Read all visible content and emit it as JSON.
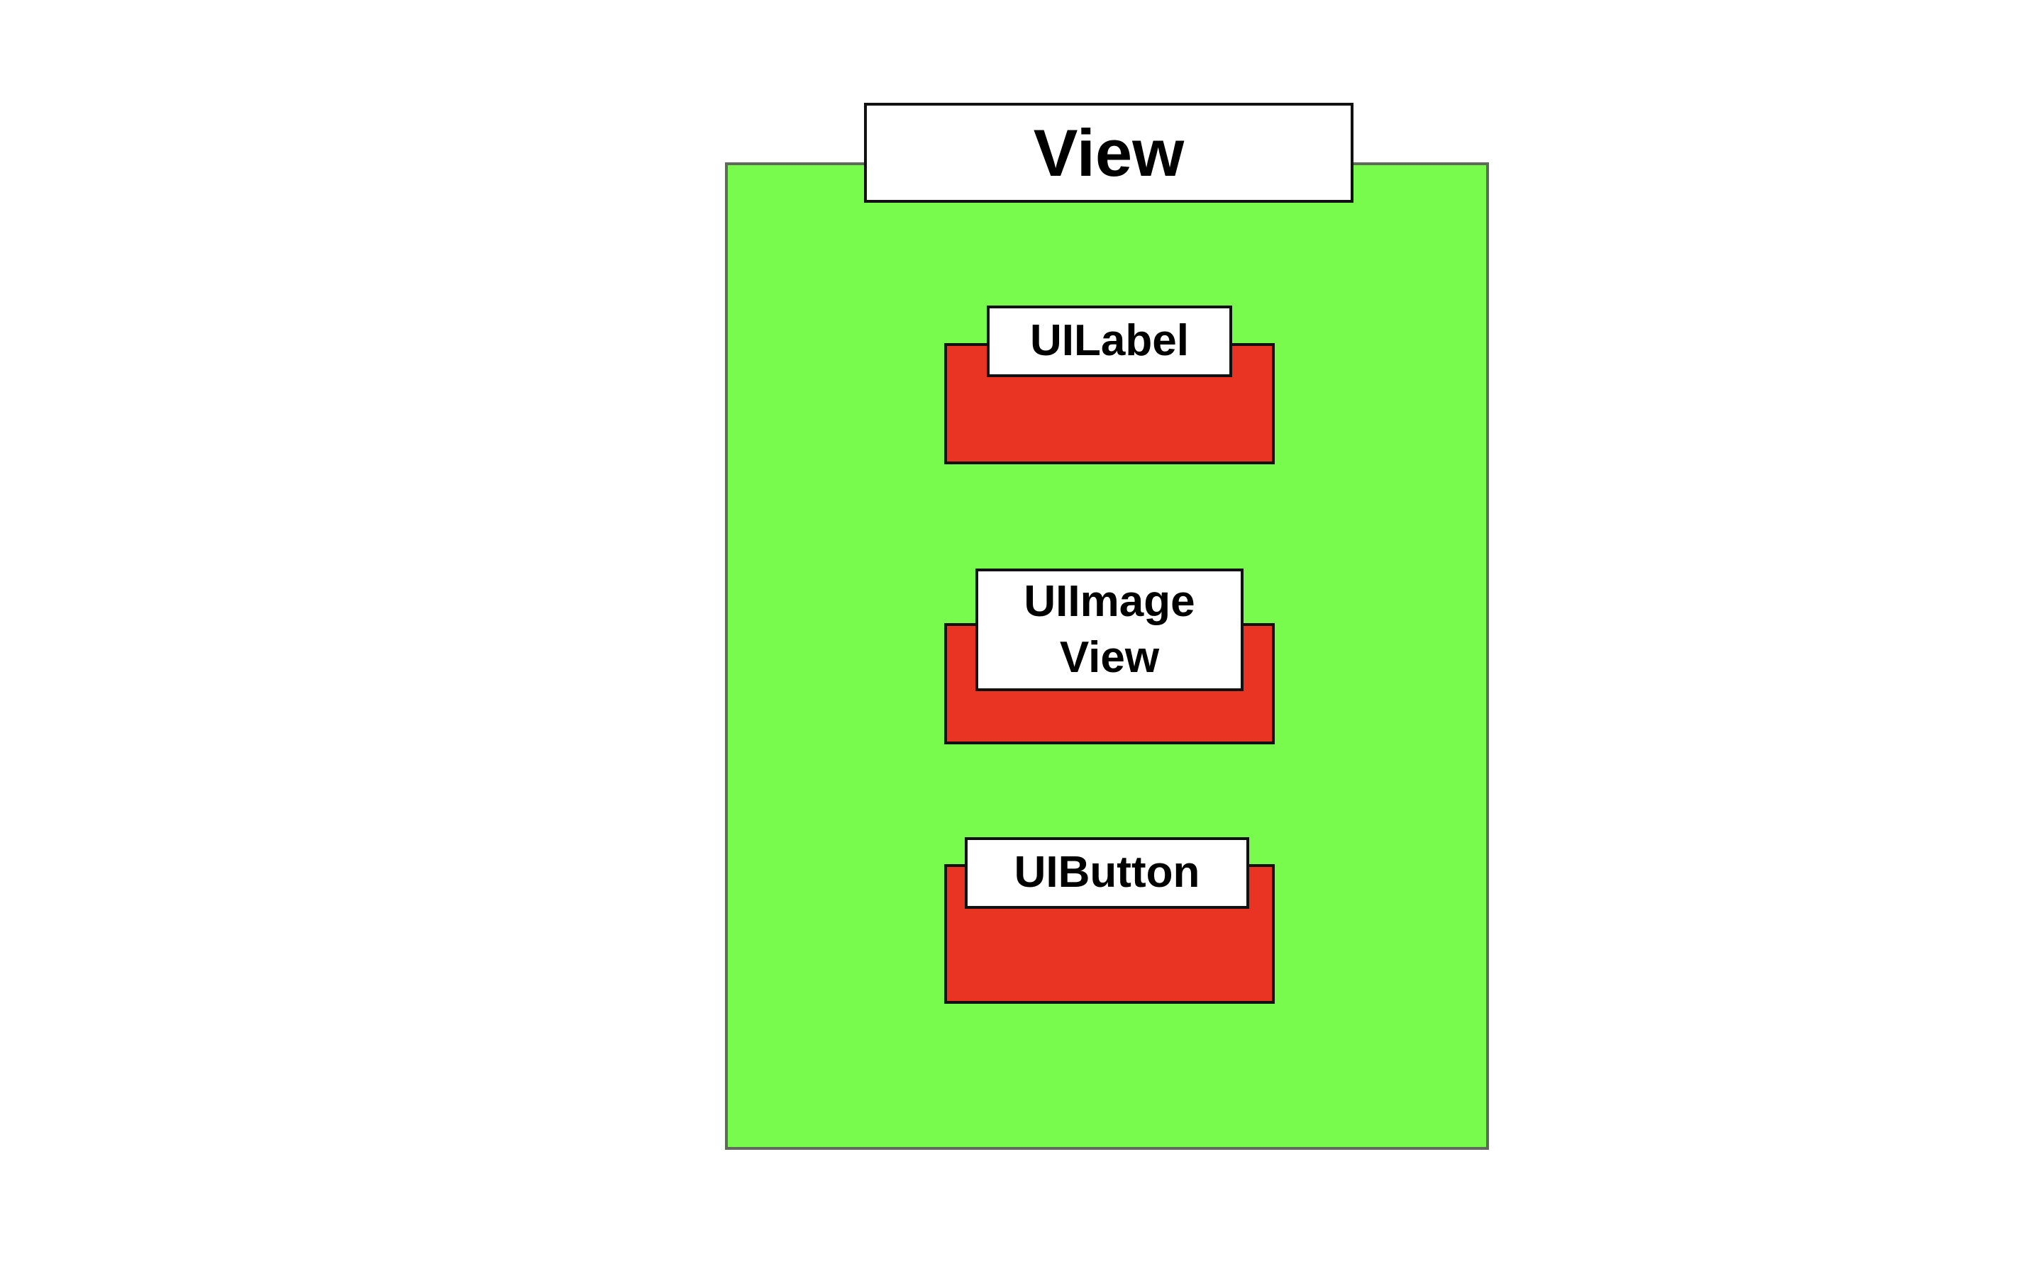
{
  "colors": {
    "view_fill": "#78fb4c",
    "subview_fill": "#e93323",
    "label_fill": "#ffffff",
    "border": "#111111"
  },
  "view": {
    "title": "View"
  },
  "subviews": [
    {
      "label": "UILabel"
    },
    {
      "label": "UIImage\nView"
    },
    {
      "label": "UIButton"
    }
  ]
}
